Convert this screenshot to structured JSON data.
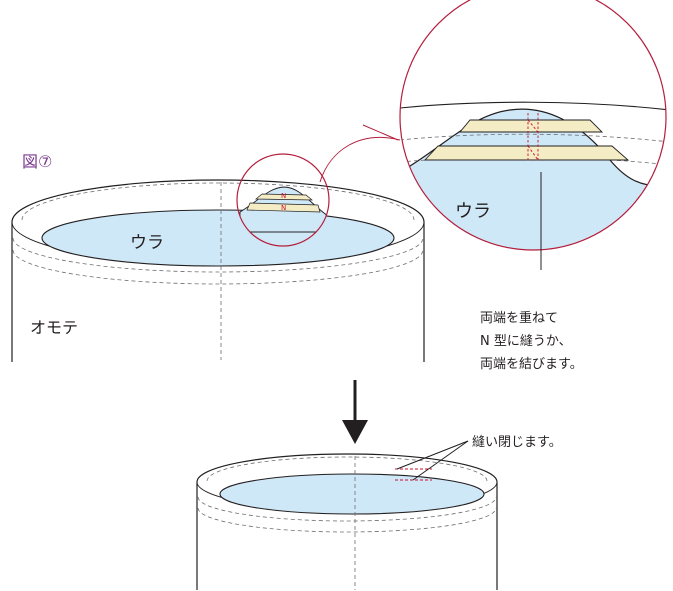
{
  "figure_label": "図⑦",
  "inside_label": "ウラ",
  "inside_label_zoom": "ウラ",
  "outside_label": "オモテ",
  "note_lines": [
    "両端を重ねて",
    "N 型に縫うか、",
    "両端を結びます。"
  ],
  "note_bottom": "縫い閉じます。",
  "colors": {
    "inside_fill": "#cfe8f7",
    "band_fill": "#f3ecc4",
    "callout_line": "#b41e3c",
    "stitch_red": "#c8102e",
    "line": "#231f20",
    "dash": "#6d6e71"
  }
}
